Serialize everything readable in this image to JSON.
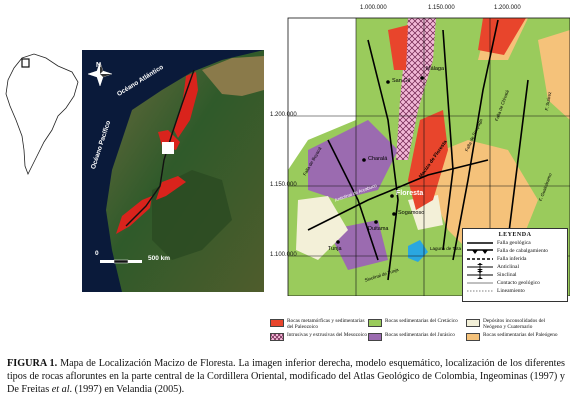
{
  "satellite": {
    "ocean_atlantic": "Océano Atlántico",
    "ocean_pacific": "Océano Pacífico",
    "scale_start": "0",
    "scale_end": "500 km",
    "north": "N"
  },
  "geomap": {
    "coords_top": [
      "1.000.000",
      "1.150.000",
      "1.200.000"
    ],
    "coords_left": [
      "1.200.000",
      "1.150.000",
      "1.100.000"
    ],
    "places": {
      "malaga": "Málaga",
      "san_gil": "San Gil",
      "charala": "Charalá",
      "floresta": "Floresta",
      "sogamoso": "Sogamoso",
      "duitama": "Duitama",
      "tunja": "Tunja",
      "laguna": "Laguna de Tota",
      "macizo": "Macizo de Floresta",
      "falla_soapaga": "Falla de Soapaga",
      "falla_boyaca": "Falla de Boyacá",
      "falla_suarez": "F. Suárez",
      "anticlinal": "Anticlinal de Arcabuco",
      "sinclinal": "Sinclinal de Tunja",
      "falla_chivata": "Falla de Chivatá",
      "falla_guaicaramo": "F. Guaicáramo"
    }
  },
  "legend": {
    "title": "LEYENDA",
    "items": [
      {
        "symbol": "fault",
        "label": "Falla geológica"
      },
      {
        "symbol": "thrust",
        "label": "Falla de cabalgamiento"
      },
      {
        "symbol": "inferred",
        "label": "Falla inferida"
      },
      {
        "symbol": "anticline",
        "label": "Anticlinal"
      },
      {
        "symbol": "syncline",
        "label": "Sinclinal"
      },
      {
        "symbol": "contact",
        "label": "Contacto geológico"
      },
      {
        "symbol": "lineament",
        "label": "Lineamiento"
      }
    ]
  },
  "units": [
    {
      "color": "#e8452c",
      "pattern": "solid",
      "label": "Rocas metamórficas y sedimentarias del Paleozoico"
    },
    {
      "color": "#f2b8d6",
      "pattern": "cross",
      "label": "Intrusivas y extrusivas del Mesozoico"
    },
    {
      "color": "#9acb5c",
      "pattern": "solid",
      "label": "Rocas sedimentarias del Cretácico"
    },
    {
      "color": "#9b6bb0",
      "pattern": "solid",
      "label": "Rocas sedimentarias del Jurásico"
    },
    {
      "color": "#f3f0d8",
      "pattern": "solid",
      "label": "Depósitos inconsolidados del Neógeno y Cuaternario"
    },
    {
      "color": "#f5c27a",
      "pattern": "solid",
      "label": "Rocas sedimentarias del Paleógeno"
    }
  ],
  "caption": {
    "label": "FIGURA 1.",
    "text_1": " Mapa de Localización Macizo de Floresta. La imagen inferior derecha, modelo esquemático, localización de los diferentes tipos de rocas afloruntes en la parte central de la Cordillera Oriental, modificado del Atlas Geológico de Colombia, Ingeominas (1997) y De Freitas ",
    "etal": "et al",
    "text_2": ". (1997) en Velandia (2005)."
  }
}
